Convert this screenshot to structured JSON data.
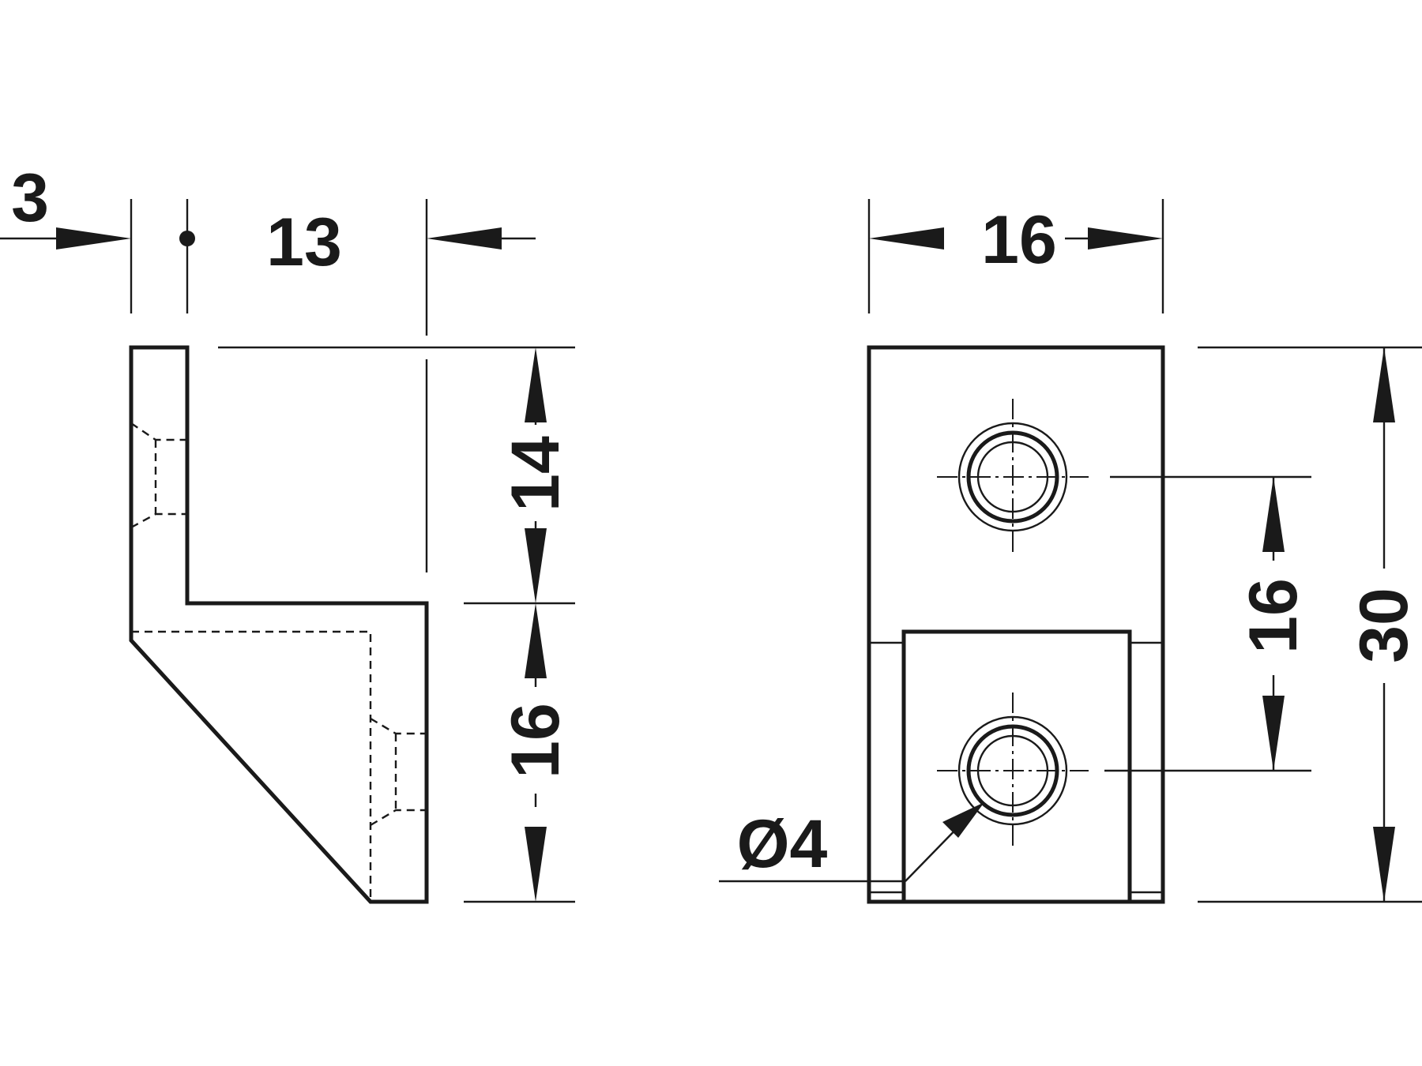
{
  "side_view": {
    "dim_thickness": "3",
    "dim_depth": "13",
    "dim_upper_height": "14",
    "dim_lower_height": "16"
  },
  "front_view": {
    "dim_width": "16",
    "dim_hole_spacing": "16",
    "dim_total_height": "30",
    "dim_hole_diameter": "Ø4"
  },
  "colors": {
    "line": "#1a1a1a",
    "background": "#ffffff"
  }
}
